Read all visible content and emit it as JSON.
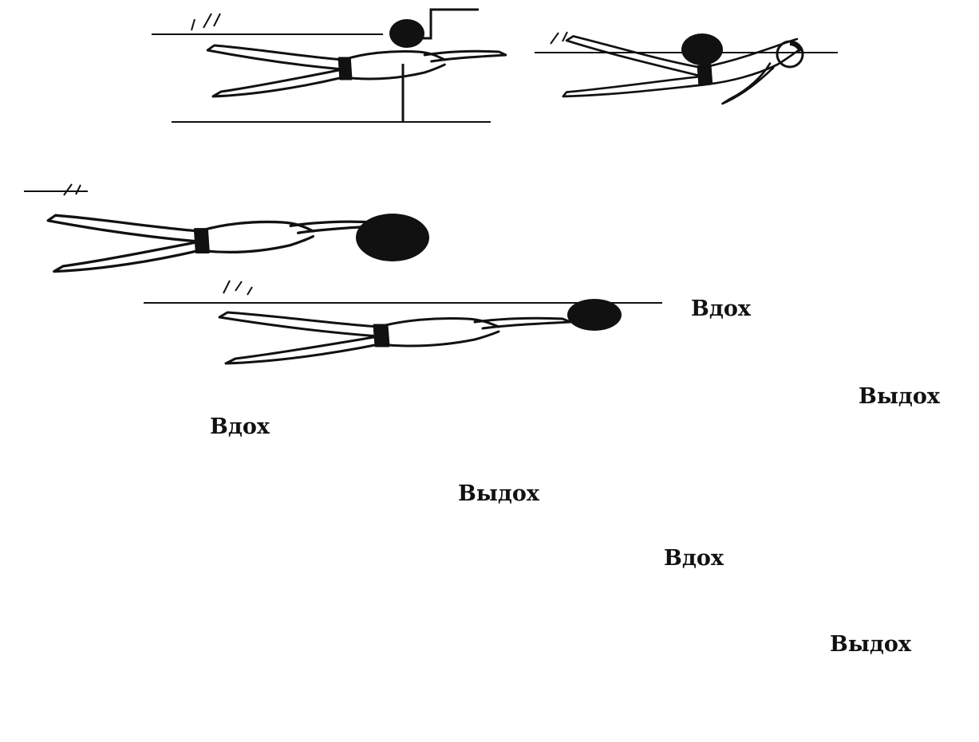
{
  "colors": {
    "ink": "#111111",
    "background": "#ffffff"
  },
  "labels": {
    "l1": "Вдох",
    "l2": "Выдох",
    "l3": "Вдох",
    "l4": "Выдох",
    "l5": "Вдох",
    "l6": "Выдох"
  }
}
